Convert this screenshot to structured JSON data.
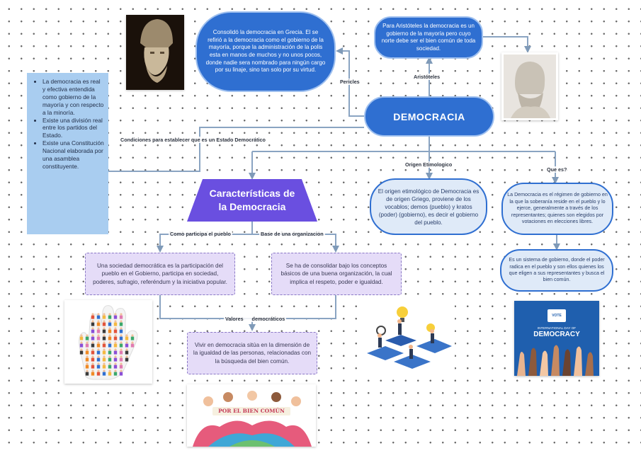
{
  "central": {
    "title": "DEMOCRACIA"
  },
  "pericles": {
    "edge_label": "Pericles",
    "text": "Consolidó la democracia en Grecia. El se refirió a la democracia como el gobierno de la mayoría, porque la administración de la polis esta en manos de muchos y no unos pocos, donde nadie sera nombrado para ningún cargo por su linaje, sino tan solo por su virtud."
  },
  "aristoteles": {
    "edge_label": "Aristóteles",
    "text": "Para Aristóteles la democracia es un gobierno de la mayoría pero cuyo norte debe ser el bien común de toda sociedad."
  },
  "conditions": {
    "edge_label": "Condiciones para establecer que es un Estado Democrático",
    "items": [
      "La democracia es real y efectiva entendida como gobierno de la mayoría y con respecto a la minoría.",
      "Existe una división real entre los partidos del Estado.",
      "Existe una Constitución Nacional elaborada por una asamblea constituyente."
    ]
  },
  "caracteristicas": {
    "title_line1": "Características de",
    "title_line2": "la Democracia"
  },
  "origen": {
    "edge_label": "Origen Etimologico",
    "text": "El origen etimológico de Democracia es de origen Griego, proviene de los vocablos; demos (pueblo) y kratos (poder) (gobierno), es decir el gobierno del pueblo."
  },
  "que_es": {
    "edge_label": "Que es?",
    "text1": "La Democracia es el régimen de gobierno en la que la soberanía reside en el pueblo y lo ejerce, generalmente a través de los representantes; quienes son elegidos por votaciones en elecciones libres.",
    "text2": "Es un sistema de gobierno, donde el poder radica en el pueblo y son ellos quienes los que eligen a sus representantes y busca el bien común."
  },
  "participa": {
    "edge_label": "Como participa el pueblo",
    "text": "Una sociedad democrática es la participación del pueblo en el Gobierno, participa en sociedad, poderes, sufragio, referéndum y la iniciativa popular."
  },
  "organizacion": {
    "edge_label": "Base de una organizacion",
    "text": "Se ha de consolidar bajo los conceptos básicos de una buena organización, la cual implica el respeto, poder e igualdad."
  },
  "valores": {
    "edge_label": "Valores      democráticos",
    "text": "Vivir en democracia sitúa en la dimensión de la igualdad de las personas, relacionadas con la búsqueda del bien común."
  },
  "poster": {
    "vote": "VOTE",
    "line1": "INTERNATIONAL DAY OF",
    "line2": "DEMOCRACY"
  },
  "banner": {
    "text": "POR EL BIEN COMÚN"
  },
  "colors": {
    "primary": "#2f6fd1",
    "light": "#dfeaf8",
    "lilac": "#e5dcf8",
    "purple": "#6a4fe0"
  }
}
